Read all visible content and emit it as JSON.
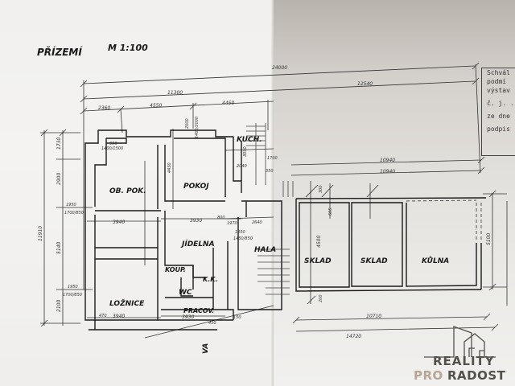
{
  "drawing": {
    "title": "PŘÍZEMÍ",
    "scale": "M 1:100"
  },
  "rooms": [
    {
      "id": "ob-pok",
      "label": "OB. POK."
    },
    {
      "id": "pokoj",
      "label": "POKOJ"
    },
    {
      "id": "kuch",
      "label": "KUCH."
    },
    {
      "id": "jidelna",
      "label": "JÍDELNA"
    },
    {
      "id": "hala",
      "label": "HALA"
    },
    {
      "id": "koup",
      "label": "KOUP."
    },
    {
      "id": "wc",
      "label": "WC"
    },
    {
      "id": "kk",
      "label": "K.K."
    },
    {
      "id": "loznice",
      "label": "LOŽNICE"
    },
    {
      "id": "pracov",
      "label": "PRACOV."
    },
    {
      "id": "sklad1",
      "label": "SKLAD"
    },
    {
      "id": "sklad2",
      "label": "SKLAD"
    },
    {
      "id": "kulna",
      "label": "KŮLNA"
    },
    {
      "id": "va",
      "label": "VA"
    }
  ],
  "dimensions": {
    "top_total": "24000",
    "top_house": "11300",
    "top_sheds": "12540",
    "top_seg1": "2360",
    "top_seg2": "4550",
    "top_seg3": "4450",
    "sheds_a": "10940",
    "sheds_b": "10940",
    "bottom_a": "10710",
    "bottom_b": "14720",
    "left_total": "11910",
    "left_1": "1730",
    "left_2": "2900",
    "left_3": "5140",
    "left_4": "2100",
    "right_sheds": "5100",
    "ob_pok_w": "3940",
    "jidelna_w": "3930",
    "loznice_w": "3940",
    "pracov_w": "3930",
    "sklad_h": "4500",
    "window_1": "950",
    "window_1b": "1400/1500",
    "window_2": "1950",
    "window_2b": "1700/850",
    "window_3": "1950",
    "window_3b": "1700/850",
    "door_800": "800",
    "door_1970": "1970",
    "kuch_h": "3090",
    "pokoj_h": "4430",
    "dim_2040": "2040",
    "dim_2640": "2640",
    "dim_1850": "1850",
    "dim_1450": "1450/850",
    "dim_2000": "2000",
    "dim_1400_2000": "1400/2000",
    "dim_1700": "1700",
    "dim_350": "350",
    "dim_150": "150",
    "dim_450": "450",
    "dim_470": "470",
    "dim_300": "300",
    "dim_600": "600",
    "dim_200": "200"
  },
  "stamp": {
    "lines": [
      "Schvál",
      "podmí",
      "výstav",
      "č. j.  .",
      "ze dne",
      "podpis"
    ]
  },
  "logo": {
    "line1": "REALITY",
    "line2a": "PRO",
    "line2b": "RADOST"
  }
}
